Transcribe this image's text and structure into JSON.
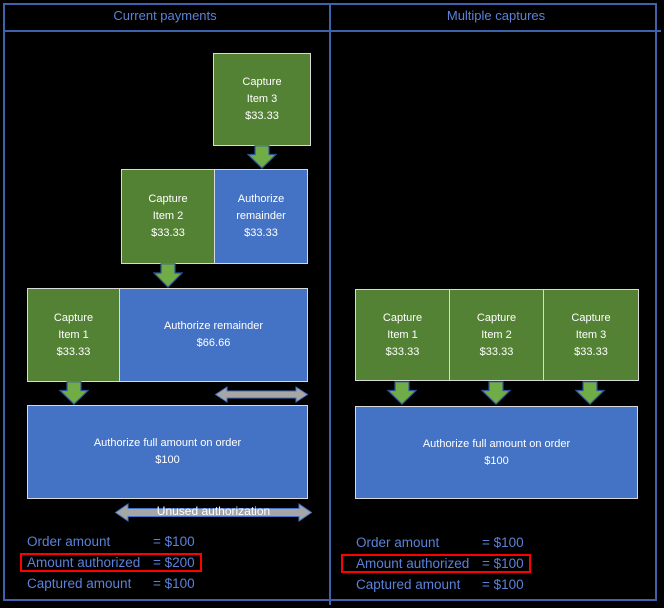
{
  "colors": {
    "background": "#000000",
    "grid_blue": "#3E63AC",
    "text_blue": "#5B82D9",
    "capture_green": "#548235",
    "authorize_blue": "#4472C4",
    "arrow_green": "#70AD47",
    "arrow_outline_blue": "#2E5597",
    "gray_arrow": "#A6A6A6",
    "highlight_red": "#FF0000",
    "box_border": "#D9D9D9"
  },
  "left": {
    "title": "Current payments",
    "box_capture3": [
      "Capture",
      "Item 3",
      "$33.33"
    ],
    "box_capture2": [
      "Capture",
      "Item 2",
      "$33.33"
    ],
    "box_auth_rem_33": [
      "Authorize",
      "remainder",
      "$33.33"
    ],
    "box_capture1": [
      "Capture",
      "Item 1",
      "$33.33"
    ],
    "box_auth_rem_66": [
      "Authorize remainder",
      "$66.66"
    ],
    "box_auth_full": [
      "Authorize full amount on order",
      "$100"
    ],
    "unused_label": "Unused authorization",
    "summary": [
      {
        "label": "Order amount",
        "value": "= $100"
      },
      {
        "label": "Amount authorized",
        "value": "= $200"
      },
      {
        "label": "Captured amount",
        "value": "= $100"
      }
    ]
  },
  "right": {
    "title": "Multiple captures",
    "box_capture1": [
      "Capture",
      "Item 1",
      "$33.33"
    ],
    "box_capture2": [
      "Capture",
      "Item 2",
      "$33.33"
    ],
    "box_capture3": [
      "Capture",
      "Item 3",
      "$33.33"
    ],
    "box_auth_full": [
      "Authorize full amount on order",
      "$100"
    ],
    "summary": [
      {
        "label": "Order amount",
        "value": "= $100"
      },
      {
        "label": "Amount authorized",
        "value": "= $100"
      },
      {
        "label": "Captured amount",
        "value": "= $100"
      }
    ]
  }
}
